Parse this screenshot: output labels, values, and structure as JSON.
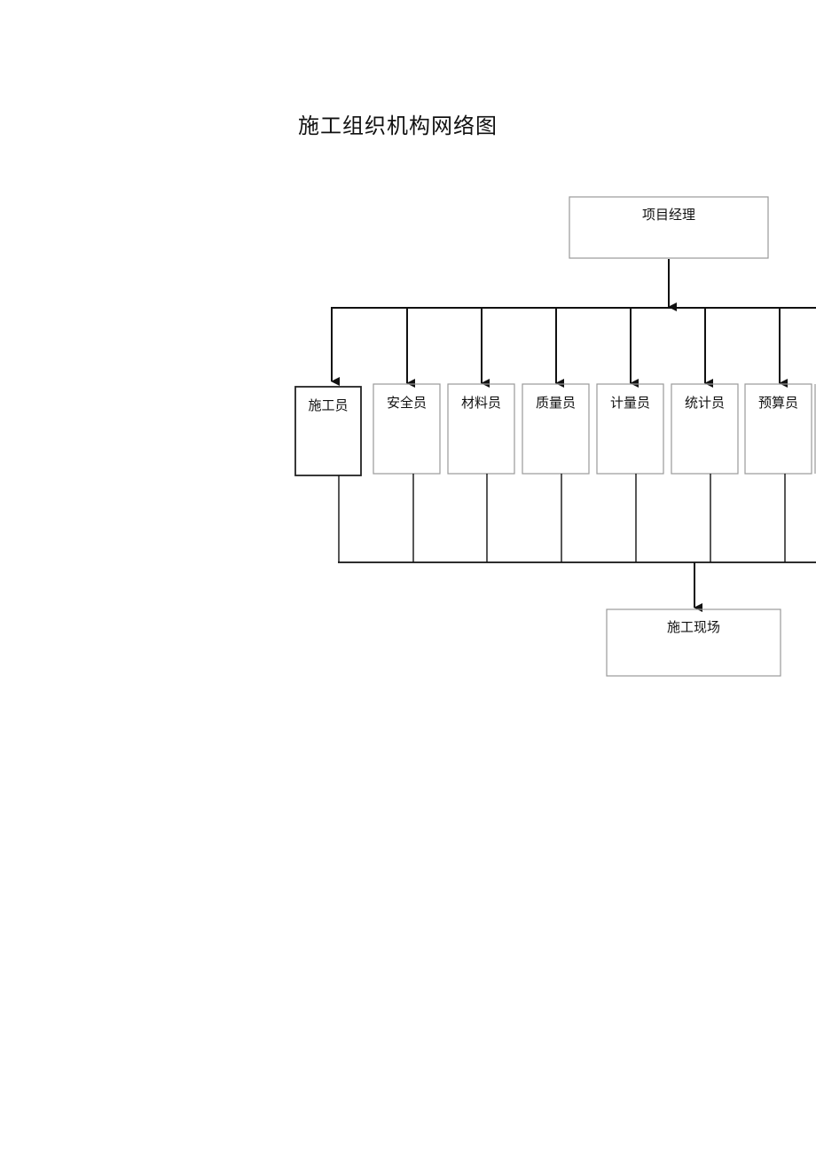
{
  "title": "施工组织机构网络图",
  "diagram": {
    "root": "项目经理",
    "roles": [
      "施工员",
      "安全员",
      "材料员",
      "质量员",
      "计量员",
      "统计员",
      "预算员"
    ],
    "target": "施工现场",
    "colors": {
      "line": "#111111",
      "box_border_gray": "#9a9a9a",
      "box_border_dark": "#222222"
    }
  }
}
